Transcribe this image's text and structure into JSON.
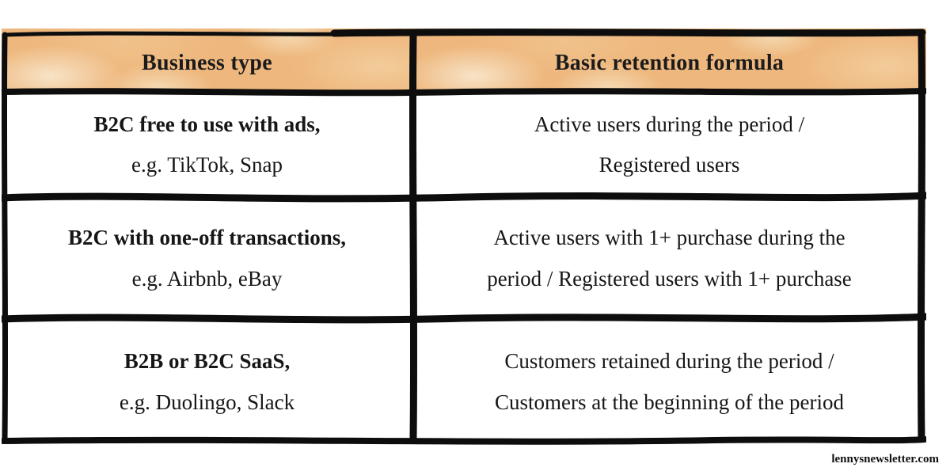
{
  "colors": {
    "header_bg": "#eeb77d",
    "header_bg_light": "#f8e6cb",
    "border": "#0d0d0d",
    "text": "#161616",
    "page_bg": "#ffffff"
  },
  "table": {
    "columns": [
      "Business type",
      "Basic retention formula"
    ],
    "rows": [
      {
        "business_type": "B2C free to use with ads,",
        "examples": "e.g. TikTok, Snap",
        "formula_lines": [
          "Active users during the period /",
          "Registered users"
        ]
      },
      {
        "business_type": "B2C with one-off transactions,",
        "examples": "e.g. Airbnb, eBay",
        "formula_lines": [
          "Active users with 1+ purchase during the",
          "period / Registered users with 1+ purchase"
        ]
      },
      {
        "business_type": "B2B or B2C SaaS,",
        "examples": "e.g. Duolingo, Slack",
        "formula_lines": [
          "Customers retained during the period /",
          "Customers at the beginning of the period"
        ]
      }
    ]
  },
  "footer": {
    "credit": "lennysnewsletter.com"
  },
  "chart_data": {
    "type": "table",
    "columns": [
      "Business type",
      "Basic retention formula"
    ],
    "rows": [
      [
        "B2C free to use with ads, e.g. TikTok, Snap",
        "Active users during the period / Registered users"
      ],
      [
        "B2C with one-off transactions, e.g. Airbnb, eBay",
        "Active users with 1+ purchase during the period / Registered users with 1+ purchase"
      ],
      [
        "B2B or B2C SaaS, e.g. Duolingo, Slack",
        "Customers retained during the period / Customers at the beginning of the period"
      ]
    ]
  }
}
